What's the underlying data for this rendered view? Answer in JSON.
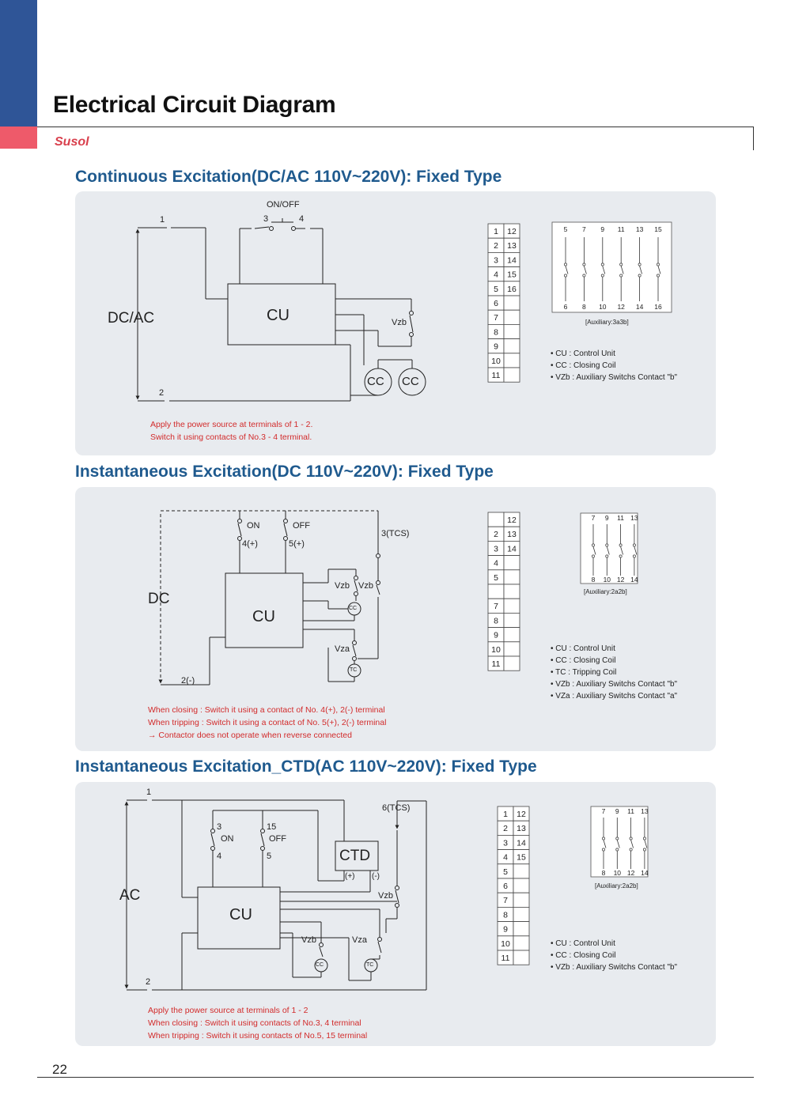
{
  "page_title": "Electrical Circuit Diagram",
  "brand": "Susol",
  "page_number": "22",
  "sections": [
    {
      "title": "Continuous Excitation(DC/AC 110V~220V): Fixed Type",
      "supply": "DC/AC",
      "switch_label": "ON/OFF",
      "t1": "1",
      "t2": "2",
      "t3": "3",
      "t4": "4",
      "cu": "CU",
      "vzb": "Vzb",
      "cc": "CC",
      "terminal_left": [
        "1",
        "2",
        "3",
        "4",
        "5",
        "6",
        "7",
        "8",
        "9",
        "10",
        "11"
      ],
      "terminal_right": [
        "12",
        "13",
        "14",
        "15",
        "16",
        "",
        "",
        "",
        "",
        "",
        ""
      ],
      "aux_top": [
        "5",
        "7",
        "9",
        "11",
        "13",
        "15"
      ],
      "aux_bottom": [
        "6",
        "8",
        "10",
        "12",
        "14",
        "16"
      ],
      "aux_caption": "[Auxiliary:3a3b]",
      "legend": [
        "• CU : Control Unit",
        "• CC : Closing Coil",
        "• VZb : Auxiliary Switchs Contact \"b\""
      ],
      "notes": [
        "Apply the power source at terminals of 1 - 2.",
        "Switch it using  contacts of No.3 - 4 terminal."
      ]
    },
    {
      "title": "Instantaneous Excitation(DC 110V~220V): Fixed Type",
      "supply": "DC",
      "on": "ON",
      "off": "OFF",
      "t4": "4(+)",
      "t5": "5(+)",
      "t3": "3(TCS)",
      "t2": "2(-)",
      "cu": "CU",
      "vzb": "Vzb",
      "vza": "Vza",
      "cc": "CC",
      "tc": "TC",
      "terminal_left": [
        "",
        "2",
        "3",
        "4",
        "5",
        "",
        "7",
        "8",
        "9",
        "10",
        "11"
      ],
      "terminal_right": [
        "12",
        "13",
        "14",
        "",
        "",
        "",
        "",
        "",
        "",
        "",
        ""
      ],
      "aux_top": [
        "7",
        "9",
        "11",
        "13"
      ],
      "aux_bottom": [
        "8",
        "10",
        "12",
        "14"
      ],
      "aux_caption": "[Auxiliary:2a2b]",
      "legend": [
        "• CU : Control Unit",
        "• CC : Closing Coil",
        "• TC : Tripping Coil",
        "• VZb : Auxiliary Switchs Contact \"b\"",
        "• VZa : Auxiliary Switchs Contact \"a\""
      ],
      "notes": [
        "When closing : Switch it using a contact of No. 4(+), 2(-) terminal",
        "When tripping : Switch it using a contact of No. 5(+), 2(-) terminal",
        "→ Contactor does not operate when reverse connected"
      ]
    },
    {
      "title": "Instantaneous Excitation_CTD(AC 110V~220V): Fixed Type",
      "supply": "AC",
      "t1": "1",
      "t2": "2",
      "t3": "3",
      "t4": "4",
      "t15": "15",
      "t5": "5",
      "t6": "6(TCS)",
      "on": "ON",
      "off": "OFF",
      "ctd": "CTD",
      "plus": "(+)",
      "minus": "(-)",
      "cu": "CU",
      "vzb": "Vzb",
      "vza": "Vza",
      "cc": "CC",
      "tc": "TC",
      "terminal_left": [
        "1",
        "2",
        "3",
        "4",
        "5",
        "6",
        "7",
        "8",
        "9",
        "10",
        "11"
      ],
      "terminal_right": [
        "12",
        "13",
        "14",
        "15",
        "",
        "",
        "",
        "",
        "",
        "",
        ""
      ],
      "aux_top": [
        "7",
        "9",
        "11",
        "13"
      ],
      "aux_bottom": [
        "8",
        "10",
        "12",
        "14"
      ],
      "aux_caption": "[Auxiliary:2a2b]",
      "legend": [
        "• CU : Control Unit",
        "• CC : Closing Coil",
        "• VZb : Auxiliary Switchs Contact \"b\""
      ],
      "notes": [
        "Apply the power source at terminals of 1 - 2",
        "When closing : Switch it using contacts of No.3, 4 terminal",
        "When tripping : Switch it using contacts of No.5, 15 terminal"
      ]
    }
  ],
  "colors": {
    "sidebar_blue": "#2f5597",
    "sidebar_red": "#ee5a6a",
    "heading_blue": "#1f5a8e",
    "note_red": "#d22b2b",
    "panel": "#e8ebef"
  }
}
